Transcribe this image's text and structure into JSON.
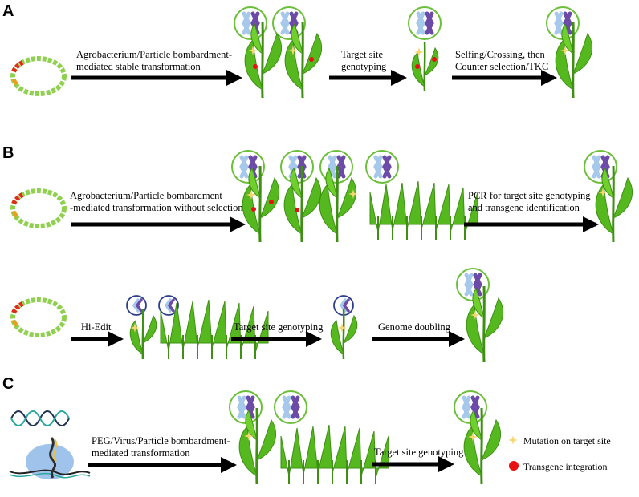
{
  "panels": [
    {
      "id": "A",
      "label": "A"
    },
    {
      "id": "B",
      "label": "B"
    },
    {
      "id": "C",
      "label": "C"
    }
  ],
  "steps": {
    "a1": [
      "Agrobacterium/Particle bombardment-",
      "mediated stable transformation"
    ],
    "a2": [
      "Target site",
      "genotyping"
    ],
    "a3": [
      "Selfing/Crossing, then",
      "Counter selection/TKC"
    ],
    "b1": [
      "Agrobacterium/Particle bombardment",
      "-mediated transformation without selection"
    ],
    "b2": [
      "PCR for target site genotyping",
      "and transgene identification"
    ],
    "b3": [
      "Hi-Edit"
    ],
    "b4": [
      "Target site genotyping"
    ],
    "b5": [
      "Genome doubling"
    ],
    "c1": [
      "PEG/Virus/Particle bombardment-",
      "mediated transformation"
    ],
    "c2": [
      "Target site genotyping"
    ]
  },
  "legend": [
    {
      "symbol": "yellow-star",
      "label": "Mutation on target site",
      "color": "#f5d76e"
    },
    {
      "symbol": "red-dot",
      "label": "Transgene integration",
      "color": "#e81010"
    }
  ],
  "colors": {
    "plant_green": "#56b81f",
    "plant_dark": "#3e8f14",
    "circle_outline": "#6cbf3a",
    "haploid_circle": "#2c3e8c",
    "chromosome_light": "#a6c8ea",
    "chromosome_purple": "#6b4aa8",
    "plasmid_green": "#8fd14f",
    "plasmid_red": "#e22a1a",
    "mutation_yellow": "#f5d76e",
    "transgene_red": "#e81010"
  }
}
